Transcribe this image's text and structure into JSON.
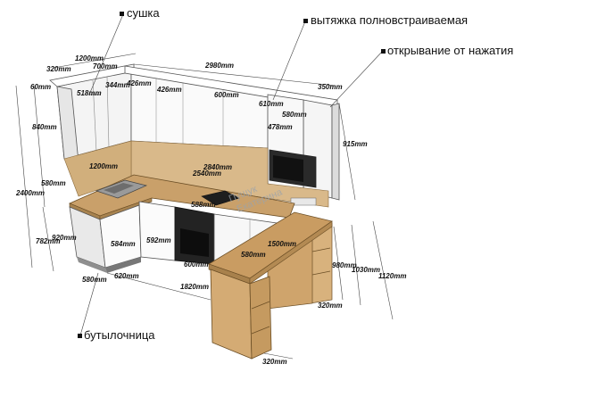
{
  "annotations": {
    "drying_rack": "сушка",
    "hood": "вытяжка полновстраиваемая",
    "push_open": "открывание от нажатия",
    "bottle_holder": "бутылочница"
  },
  "watermark": {
    "line1": "Пущук",
    "line2": "Екатерина"
  },
  "dimensions": {
    "top_total": "2980mm",
    "upper_left_depth": "1200mm",
    "upper_700": "700mm",
    "upper_320": "320mm",
    "upper_60": "60mm",
    "upper_518": "518mm",
    "upper_344": "344mm",
    "upper_426a": "426mm",
    "upper_426b": "426mm",
    "upper_600": "600mm",
    "upper_610": "610mm",
    "upper_350": "350mm",
    "upper_580": "580mm",
    "upper_478": "478mm",
    "height_840": "840mm",
    "height_915": "915mm",
    "height_580": "580mm",
    "height_2400": "2400mm",
    "counter_1200": "1200mm",
    "counter_2840": "2840mm",
    "counter_2540": "2540mm",
    "hob_588": "588mm",
    "base_920": "920mm",
    "base_782": "782mm",
    "base_584": "584mm",
    "base_592": "592mm",
    "base_580": "580mm",
    "base_620": "620mm",
    "base_1820": "1820mm",
    "base_600": "600mm",
    "bar_1500": "1500mm",
    "bar_580": "580mm",
    "bar_980": "980mm",
    "bar_1030": "1030mm",
    "bar_1120": "1120mm",
    "bar_320a": "320mm",
    "bar_320b": "320mm"
  }
}
